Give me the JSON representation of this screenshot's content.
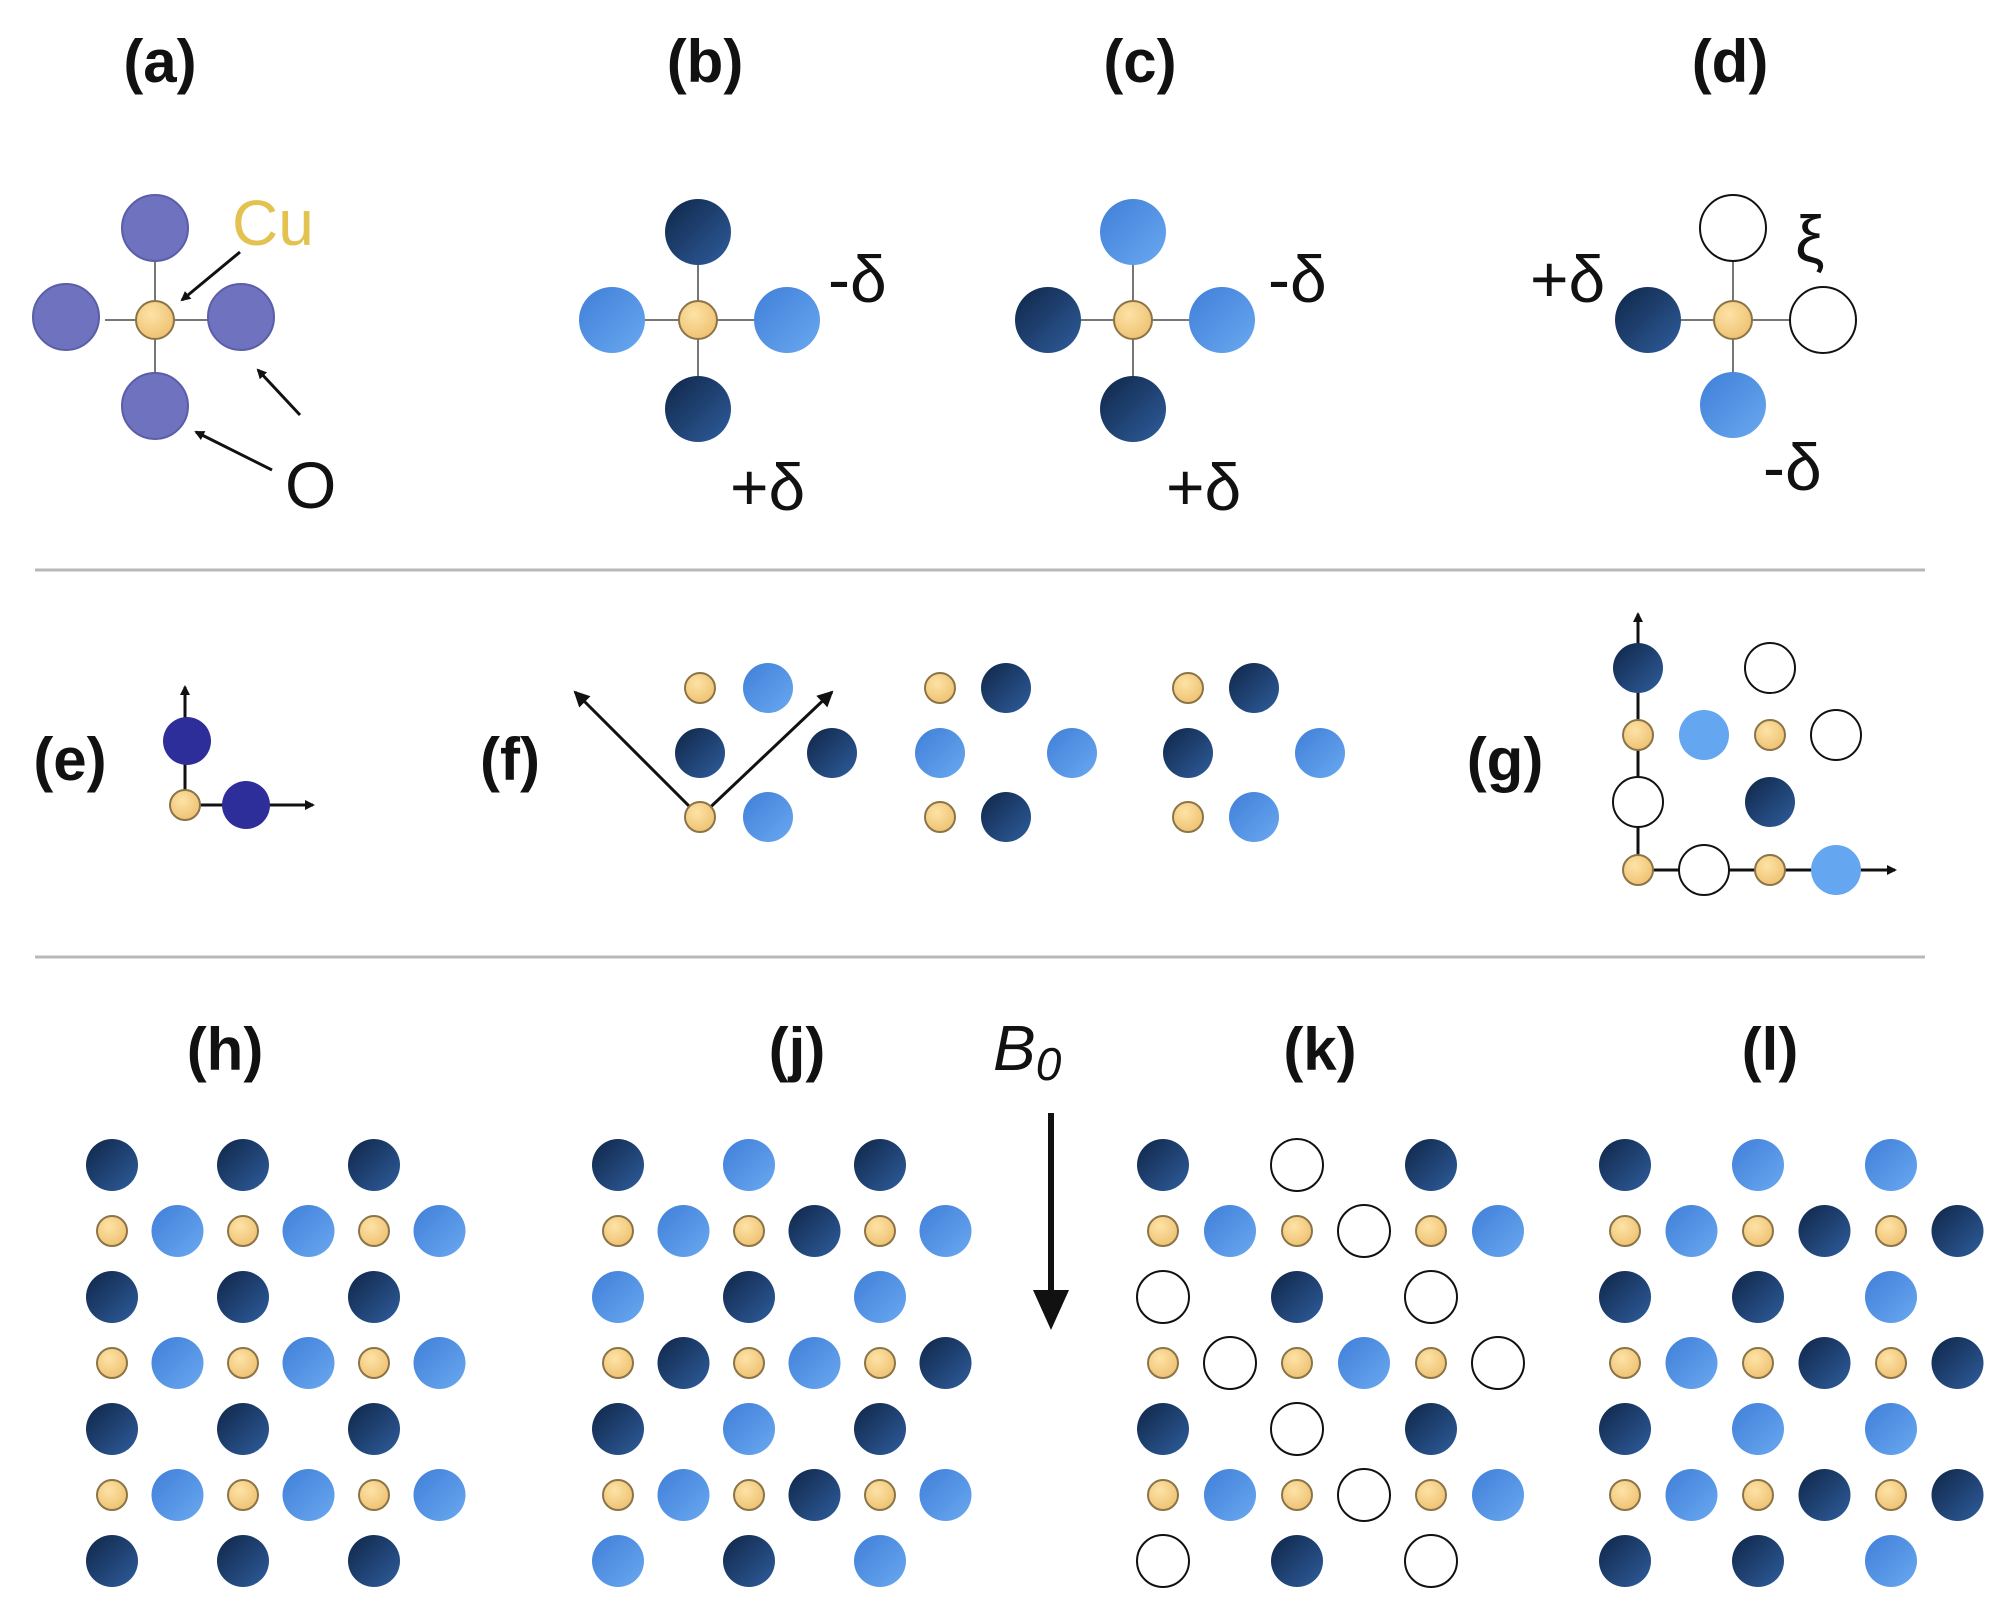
{
  "panels": {
    "a": "(a)",
    "b": "(b)",
    "c": "(c)",
    "d": "(d)",
    "e": "(e)",
    "f": "(f)",
    "g": "(g)",
    "h": "(h)",
    "j": "(j)",
    "k": "(k)",
    "l": "(l)"
  },
  "text": {
    "cu": "Cu",
    "o": "O",
    "minus_delta": "-δ",
    "plus_delta": "+δ",
    "xi": "ξ",
    "b0": "B",
    "b0_sub": "0"
  },
  "colors": {
    "cu_atom": "#f2c97a",
    "oxygen_neutral": "#6f73bf",
    "oxygen_neutral_e": "#2e2e9a",
    "dark_plus_delta": "#1a3a6a",
    "light_minus_delta": "#4f8ee0",
    "open_xi": "#ffffff",
    "separator": "#b8b8b8"
  },
  "lattices": {
    "h": {
      "rows": [
        "DDD",
        "LLL",
        "DDD",
        "LLL",
        "DDD",
        "LLL",
        "DDD"
      ]
    },
    "j": {
      "rows": [
        "DLD",
        "LDL",
        "LDL",
        "DLD",
        "DLD",
        "LDL",
        "LDL"
      ]
    },
    "k": {
      "rows": [
        "DOD",
        "LOL",
        "ODO",
        "OLO",
        "DOD",
        "LOL",
        "ODO"
      ]
    },
    "l": {
      "rows": [
        "DLL",
        "LDD",
        "DDL",
        "LDD",
        "DLL",
        "LDD",
        "DDL"
      ]
    }
  }
}
